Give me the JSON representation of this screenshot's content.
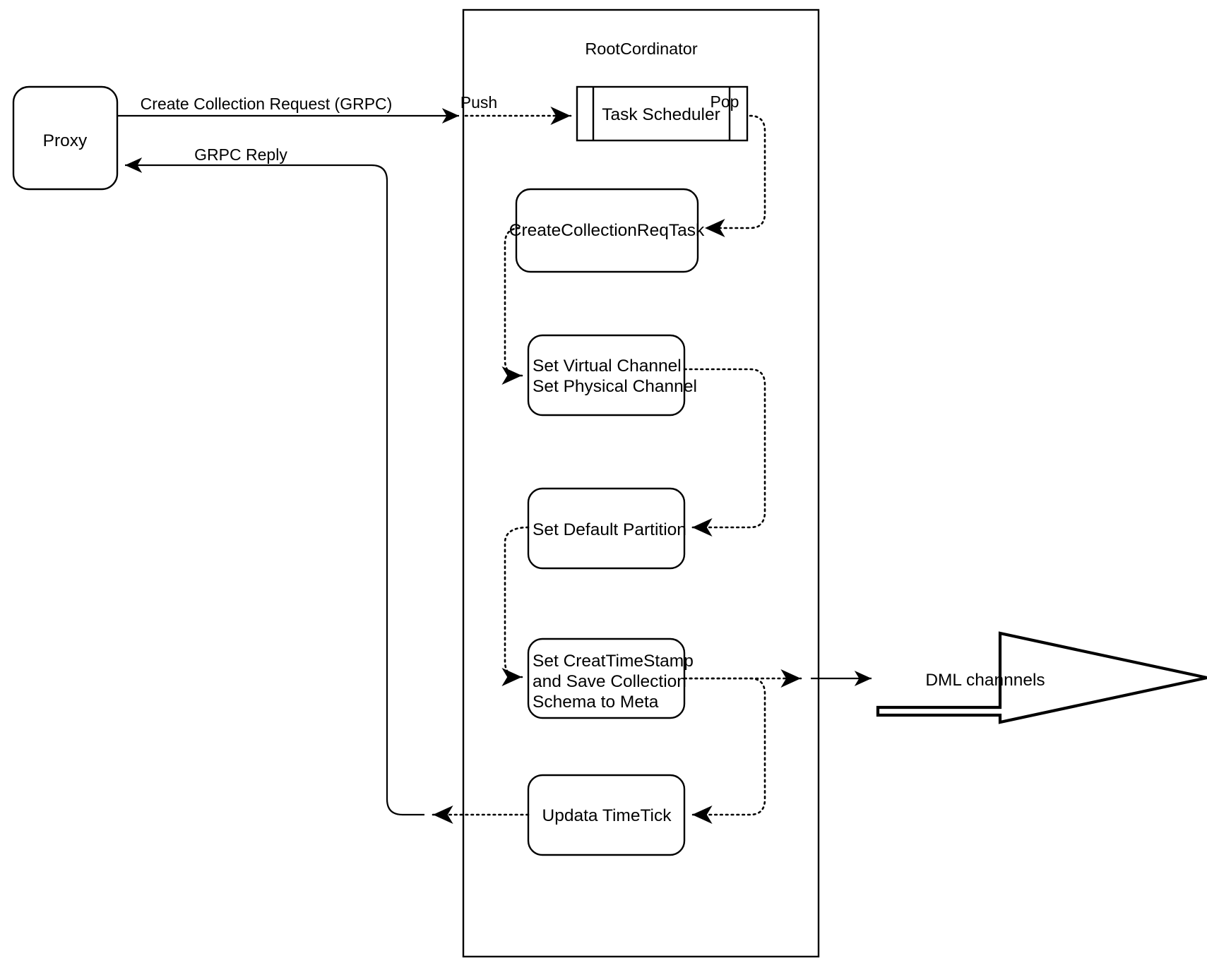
{
  "diagram": {
    "title_container": "RootCordinator",
    "nodes": {
      "proxy": "Proxy",
      "task_scheduler": "Task Scheduler",
      "create_collection_req_task": "CreateCollectionReqTask",
      "set_channel_line1": "Set Virtual Channel",
      "set_channel_line2": "Set Physical Channel",
      "set_default_partition": "Set Default Partition",
      "set_timestamp_line1": "Set CreatTimeStamp",
      "set_timestamp_line2": "and Save Collection",
      "set_timestamp_line3": "Schema to Meta",
      "update_timetick": "Updata TimeTick",
      "dml_channels": "DML channnels"
    },
    "edge_labels": {
      "create_collection_request": "Create Collection Request (GRPC)",
      "grpc_reply": "GRPC Reply",
      "push": "Push",
      "pop": "Pop"
    },
    "colors": {
      "stroke": "#000000",
      "fill": "#ffffff",
      "background": "#ffffff"
    }
  }
}
